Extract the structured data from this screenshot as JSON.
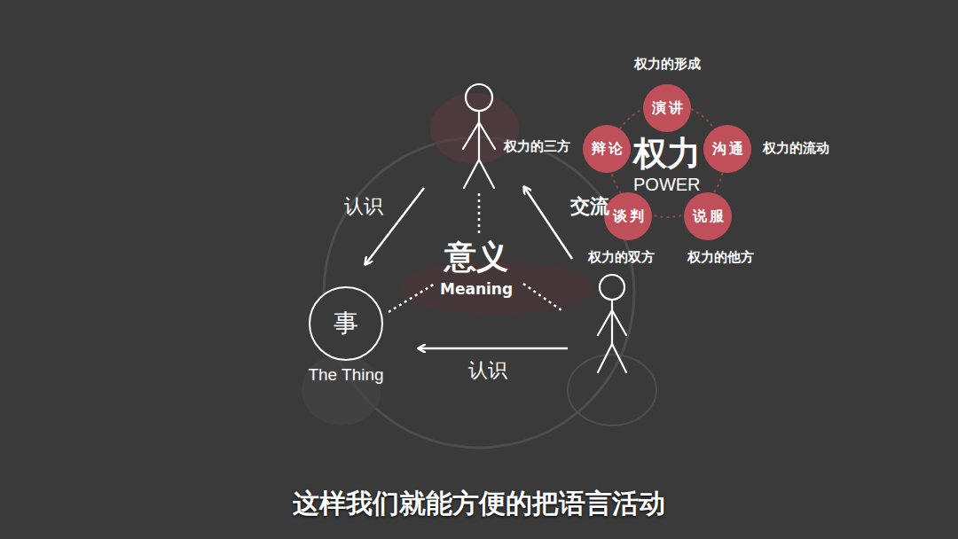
{
  "diagram": {
    "caption": "这样我们就能方便的把语言活动",
    "nodes": [
      {
        "text": [
          "演讲"
        ]
      },
      {
        "text": [
          "辩论"
        ]
      },
      {
        "text": [
          "沟通"
        ]
      },
      {
        "text": [
          "谈判"
        ]
      },
      {
        "text": [
          "说服"
        ]
      },
      {
        "text": [
          "事",
          "The Thing"
        ]
      }
    ],
    "labels": [
      "意义",
      "Meaning",
      "认识",
      "认识",
      "交流",
      "权力",
      "POWER",
      "权力的形成",
      "权力的三方",
      "权力的流动",
      "权力的双方",
      "权力的他方"
    ]
  }
}
